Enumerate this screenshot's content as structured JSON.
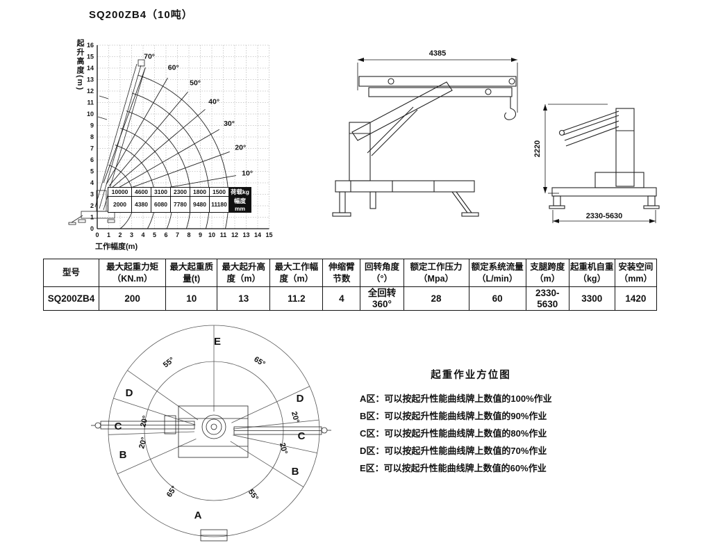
{
  "title": "SQ200ZB4（10吨）",
  "chart_data": {
    "type": "line",
    "xlabel": "工作幅度(m)",
    "ylabel": "起升高度(m)",
    "xlim": [
      0,
      15
    ],
    "ylim": [
      0,
      16
    ],
    "tick_step": 1,
    "grid": true,
    "pivot_height_m": 2.5,
    "boom_angles_deg": [
      10,
      20,
      30,
      40,
      50,
      60,
      70
    ],
    "angle_labels": [
      "10°",
      "20°",
      "30°",
      "40°",
      "50°",
      "60°",
      "70°"
    ],
    "arc_radii_m": [
      2.0,
      4.38,
      6.08,
      7.78,
      9.48,
      11.18
    ],
    "load_table": {
      "row_labels": [
        "荷载kg",
        "幅度mm"
      ],
      "loads_kg": [
        "10000",
        "4600",
        "3100",
        "2300",
        "1800",
        "1500"
      ],
      "radii_mm": [
        "2000",
        "4380",
        "6080",
        "7780",
        "9480",
        "11180"
      ]
    }
  },
  "side_view": {
    "width_dim": "4385"
  },
  "rear_view": {
    "height_dim": "2220",
    "span_dim": "2330-5630"
  },
  "spec_table": {
    "headers": [
      {
        "l1": "型号",
        "l2": ""
      },
      {
        "l1": "最大起重力矩",
        "l2": "（KN.m）"
      },
      {
        "l1": "最大起重质",
        "l2": "量(t)"
      },
      {
        "l1": "最大起升高",
        "l2": "度（m）"
      },
      {
        "l1": "最大工作幅",
        "l2": "度（m）"
      },
      {
        "l1": "伸缩臂",
        "l2": "节数"
      },
      {
        "l1": "回转角度",
        "l2": "（°）"
      },
      {
        "l1": "额定工作压力",
        "l2": "（Mpa）"
      },
      {
        "l1": "额定系统流量",
        "l2": "（L/min）"
      },
      {
        "l1": "支腿跨度",
        "l2": "（m）"
      },
      {
        "l1": "起重机自重",
        "l2": "（kg）"
      },
      {
        "l1": "安装空间",
        "l2": "（mm）"
      }
    ],
    "values": [
      "SQ200ZB4",
      "200",
      "10",
      "13",
      "11.2",
      "4",
      "全回转 360°",
      "28",
      "60",
      "2330-5630",
      "3300",
      "1420"
    ]
  },
  "zone_diagram": {
    "labels": {
      "top": "E",
      "bottom": "A",
      "left_d": "D",
      "left_c": "C",
      "left_b": "B",
      "right_d": "D",
      "right_c": "C",
      "right_b": "B",
      "top_left_angle": "55°",
      "top_right_angle": "65°",
      "bottom_left_angle": "65°",
      "bottom_right_angle": "55°",
      "left_upper_20": "20°",
      "left_lower_20": "20°",
      "right_upper_20": "20°",
      "right_lower_20": "20°"
    }
  },
  "zone_legend": {
    "title": "起重作业方位图",
    "items": [
      "A区：可以按起升性能曲线牌上数值的100%作业",
      "B区：可以按起升性能曲线牌上数值的90%作业",
      "C区：可以按起升性能曲线牌上数值的80%作业",
      "D区：可以按起升性能曲线牌上数值的70%作业",
      "E区：可以按起升性能曲线牌上数值的60%作业"
    ]
  }
}
